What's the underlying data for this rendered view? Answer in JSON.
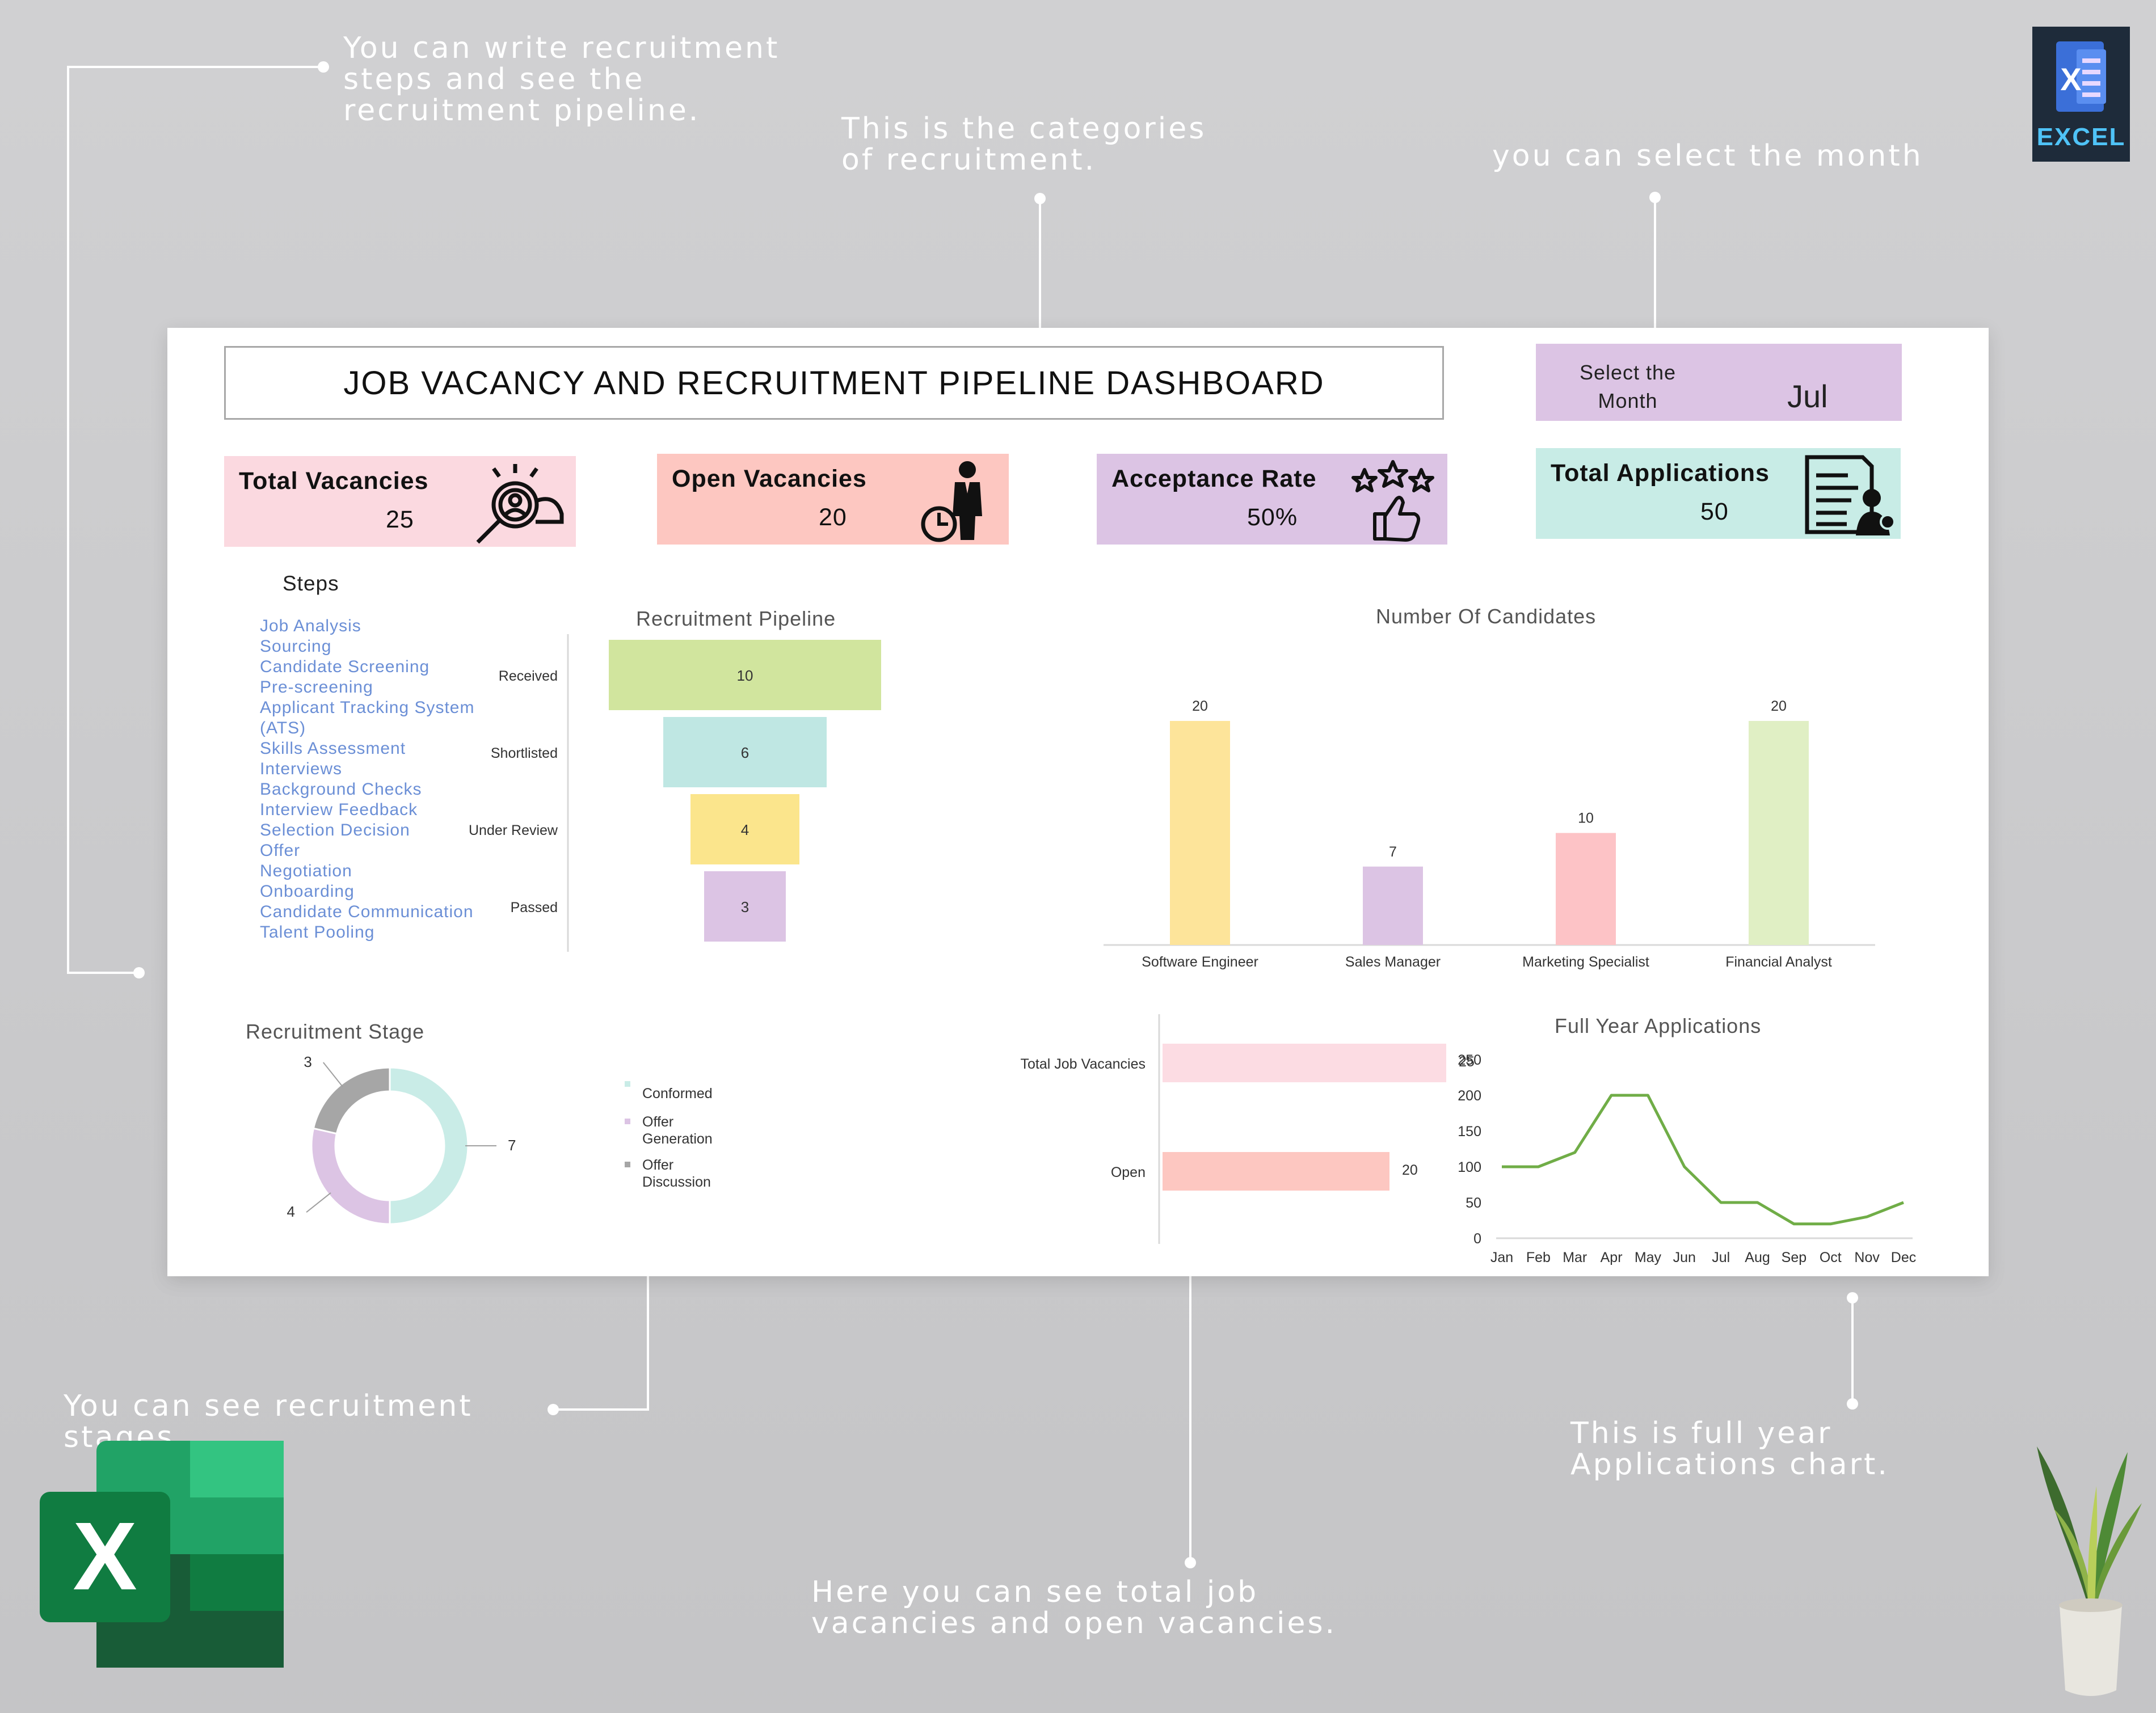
{
  "annotations": {
    "steps_note": "You can write recruitment steps and see the recruitment pipeline.",
    "categories_note": "This is the categories of recruitment.",
    "month_note": "you can select the month",
    "stages_note": "You can see recruitment stages",
    "vacancies_note": "Here you can see total job vacancies and open vacancies.",
    "full_year_note": "This is full year Applications chart."
  },
  "excel_badge": {
    "letter": "X",
    "label": "EXCEL"
  },
  "excel_logo": {
    "letter": "X"
  },
  "dashboard": {
    "title": "JOB VACANCY AND RECRUITMENT PIPELINE DASHBOARD",
    "month_selector": {
      "label_line1": "Select the",
      "label_line2": "Month",
      "value": "Jul"
    },
    "kpis": {
      "total_vacancies": {
        "label": "Total Vacancies",
        "value": "25",
        "color": "#fbd9e0",
        "icon": "search-people-icon"
      },
      "open_vacancies": {
        "label": "Open Vacancies",
        "value": "20",
        "color": "#fdc7c1",
        "icon": "person-clock-icon"
      },
      "acceptance_rate": {
        "label": "Acceptance Rate",
        "value": "50%",
        "color": "#dcc4e4",
        "icon": "thumbs-up-stars-icon"
      },
      "total_applications": {
        "label": "Total Applications",
        "value": "50",
        "color": "#c8ece6",
        "icon": "resume-document-icon"
      }
    },
    "steps": {
      "title": "Steps",
      "items": [
        "Job Analysis",
        "Sourcing",
        "Candidate Screening",
        "Pre-screening",
        "Applicant Tracking System (ATS)",
        "Skills Assessment",
        "Interviews",
        "Background Checks",
        "Interview Feedback",
        "Selection Decision",
        "Offer",
        "Negotiation",
        "Onboarding",
        "Candidate Communication",
        "Talent Pooling"
      ]
    }
  },
  "chart_data": [
    {
      "id": "pipeline",
      "type": "bar",
      "orientation": "funnel",
      "title": "Recruitment Pipeline",
      "categories": [
        "Received",
        "Shortlisted",
        "Under Review",
        "Passed"
      ],
      "values": [
        10,
        6,
        4,
        3
      ],
      "colors": [
        "#d1e59e",
        "#bfe7e3",
        "#fbe58c",
        "#dcc4e4"
      ]
    },
    {
      "id": "candidates",
      "type": "bar",
      "title": "Number Of Candidates",
      "categories": [
        "Software Engineer",
        "Sales Manager",
        "Marketing Specialist",
        "Financial Analyst"
      ],
      "values": [
        20,
        7,
        10,
        20
      ],
      "colors": [
        "#fde49a",
        "#dcc4e4",
        "#fdc3c6",
        "#e0efc4"
      ],
      "ylim": [
        0,
        20
      ]
    },
    {
      "id": "stage",
      "type": "pie",
      "donut": true,
      "title": "Recruitment Stage",
      "labels": [
        "Conformed",
        "Offer Generation",
        "Offer Discussion"
      ],
      "values": [
        7,
        4,
        3
      ],
      "colors": [
        "#c9ece7",
        "#dcc4e4",
        "#a6a6a6"
      ],
      "legend": "right"
    },
    {
      "id": "vacancies",
      "type": "bar",
      "orientation": "horizontal",
      "categories": [
        "Total Job Vacancies",
        "Open"
      ],
      "values": [
        25,
        20
      ],
      "colors": [
        "#fcdce3",
        "#fdc7c1"
      ],
      "xlim": [
        0,
        25
      ]
    },
    {
      "id": "full_year",
      "type": "line",
      "title": "Full Year Applications",
      "x": [
        "Jan",
        "Feb",
        "Mar",
        "Apr",
        "May",
        "Jun",
        "Jul",
        "Aug",
        "Sep",
        "Oct",
        "Nov",
        "Dec"
      ],
      "y": [
        100,
        100,
        120,
        200,
        200,
        100,
        50,
        50,
        20,
        20,
        30,
        50
      ],
      "color": "#70ad47",
      "yticks": [
        0,
        50,
        100,
        150,
        200,
        250
      ],
      "ylim": [
        0,
        250
      ]
    }
  ]
}
